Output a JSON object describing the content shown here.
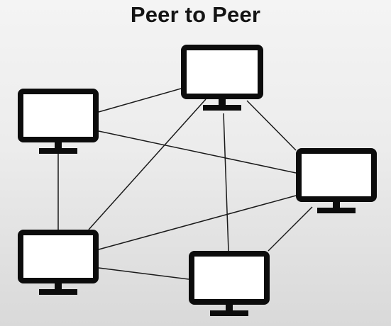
{
  "title": "Peer to Peer",
  "colors": {
    "monitor": "#0c0c0c",
    "screen": "#ffffff",
    "link": "#1a1a1a"
  },
  "nodes": [
    {
      "id": "top-center",
      "icon": "monitor-icon"
    },
    {
      "id": "top-left",
      "icon": "monitor-icon"
    },
    {
      "id": "right",
      "icon": "monitor-icon"
    },
    {
      "id": "bottom-left",
      "icon": "monitor-icon"
    },
    {
      "id": "bottom-center",
      "icon": "monitor-icon"
    }
  ],
  "links": [
    [
      "top-left",
      "top-center"
    ],
    [
      "top-left",
      "right"
    ],
    [
      "top-left",
      "bottom-left"
    ],
    [
      "top-center",
      "right"
    ],
    [
      "top-center",
      "bottom-left"
    ],
    [
      "top-center",
      "bottom-center"
    ],
    [
      "bottom-left",
      "right"
    ],
    [
      "bottom-left",
      "bottom-center"
    ],
    [
      "right",
      "bottom-center"
    ]
  ]
}
